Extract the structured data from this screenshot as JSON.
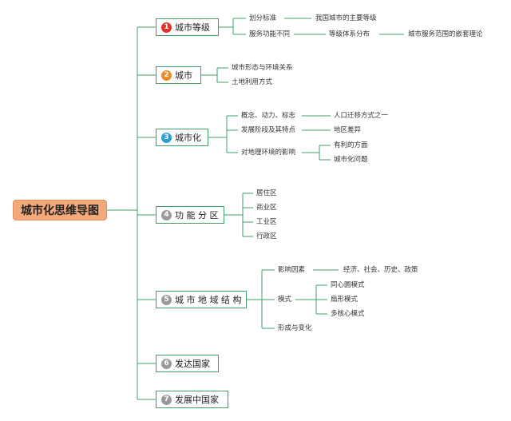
{
  "root": {
    "label": "城市化思维导图"
  },
  "colors": {
    "line": "#3fa06a",
    "num_red": "#e0342b",
    "num_orange": "#f08a24",
    "num_blue": "#2d9fd8",
    "num_gray": "#9a9a9a",
    "root_fill": "#f4a97a"
  },
  "branches": [
    {
      "num": "1",
      "label": "城市等级",
      "children": [
        {
          "label": "划分标准",
          "children": [
            {
              "label": "我国城市的主要等级"
            }
          ]
        },
        {
          "label": "服务功能不同",
          "children": [
            {
              "label": "等级体系分布",
              "children": [
                {
                  "label": "城市服务范围的嵌套理论"
                }
              ]
            }
          ]
        }
      ]
    },
    {
      "num": "2",
      "label": "城市",
      "children": [
        {
          "label": "城市形态与环境关系"
        },
        {
          "label": "土地利用方式"
        }
      ]
    },
    {
      "num": "3",
      "label": "城市化",
      "children": [
        {
          "label": "概念、动力、标志",
          "children": [
            {
              "label": "人口迁移方式之一"
            }
          ]
        },
        {
          "label": "发展阶段及其特点",
          "children": [
            {
              "label": "地区差异"
            }
          ]
        },
        {
          "label": "对地理环境的影响",
          "children": [
            {
              "label": "有利的方面"
            },
            {
              "label": "城市化问题"
            }
          ]
        }
      ]
    },
    {
      "num": "4",
      "label": "功 能 分 区",
      "children": [
        {
          "label": "居住区"
        },
        {
          "label": "商业区"
        },
        {
          "label": "工业区"
        },
        {
          "label": "行政区"
        }
      ]
    },
    {
      "num": "5",
      "label": "城 市 地 域 结 构",
      "children": [
        {
          "label": "影响因素",
          "children": [
            {
              "label": "经济、社会、历史、政策"
            }
          ]
        },
        {
          "label": "模式",
          "children": [
            {
              "label": "同心圆模式"
            },
            {
              "label": "扇形模式"
            },
            {
              "label": "多核心模式"
            }
          ]
        },
        {
          "label": "形成与变化"
        }
      ]
    },
    {
      "num": "6",
      "label": "发达国家",
      "children": []
    },
    {
      "num": "7",
      "label": "发展中国家",
      "children": []
    }
  ]
}
